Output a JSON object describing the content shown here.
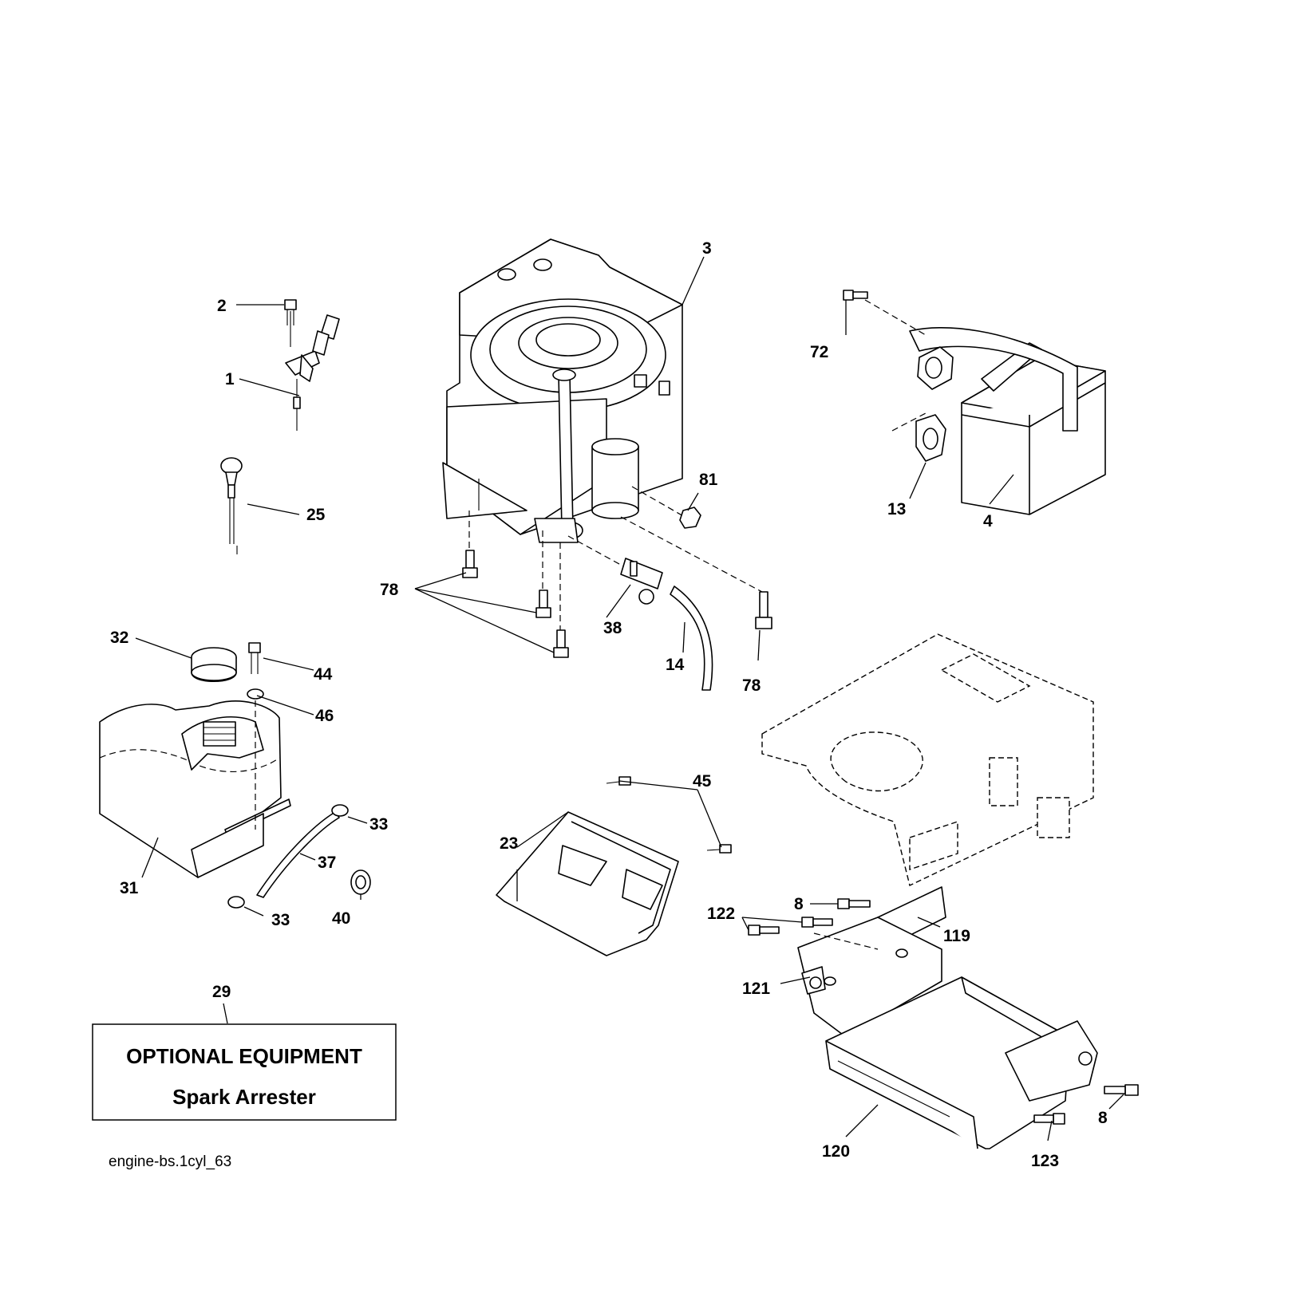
{
  "callouts": {
    "c1": "1",
    "c2": "2",
    "c3": "3",
    "c4": "4",
    "c8a": "8",
    "c8b": "8",
    "c13": "13",
    "c14": "14",
    "c23": "23",
    "c25": "25",
    "c29": "29",
    "c31": "31",
    "c32": "32",
    "c33a": "33",
    "c33b": "33",
    "c37": "37",
    "c38": "38",
    "c40": "40",
    "c44": "44",
    "c45": "45",
    "c46": "46",
    "c72": "72",
    "c78a": "78",
    "c78b": "78",
    "c81": "81",
    "c119": "119",
    "c120": "120",
    "c121": "121",
    "c122": "122",
    "c123": "123"
  },
  "optional_box": {
    "title": "OPTIONAL EQUIPMENT",
    "subtitle": "Spark Arrester"
  },
  "reference_code": "engine-bs.1cyl_63"
}
